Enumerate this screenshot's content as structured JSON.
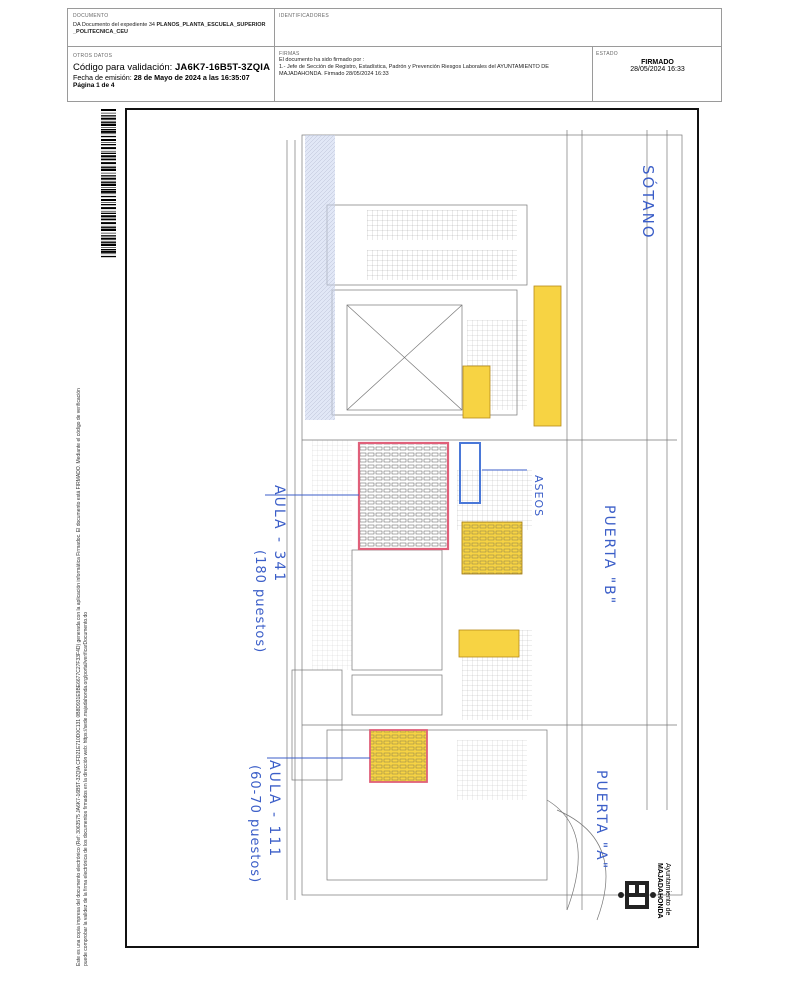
{
  "header": {
    "documento_label": "DOCUMENTO",
    "documento_text": "DA Documento del expediente 34 ",
    "documento_name": "PLANOS_PLANTA_ESCUELA_SUPERIOR _POLITECNICA_CEU",
    "identificadores_label": "IDENTIFICADORES",
    "otros_datos_label": "OTROS DATOS",
    "codigo_prefix": "Código para validación: ",
    "codigo": "JA6K7-16B5T-3ZQIA",
    "fecha_prefix": "Fecha de emisión: ",
    "fecha": "28 de Mayo de 2024 a las 16:35:07",
    "pagina": "Página 1 de 4",
    "firmas_label": "FIRMAS",
    "firmas_line1": "El documento ha sido firmado por :",
    "firmas_line2": "1.- Jefe de Sección de Registro, Estadística, Padrón y Prevención Riesgos Laborales del AYUNTAMIENTO DE MAJADAHONDA. Firmado 28/05/2024 16:33",
    "estado_label": "ESTADO",
    "estado": "FIRMADO",
    "estado_fecha": "28/05/2024 16:33"
  },
  "side_note": {
    "line1": "Este es una copia impresa del documento electrónico (Ref: 3063575 JA6K7-16B5T-3ZQIA CFD21E710D0C131 0B8D931E9BE6677C27F33F4D) generada con la aplicación informática Firmadoc. El documento está FIRMADO. Mediante el código de verificación",
    "line2": "puede comprobar la validez de la firma electrónica de los documentos firmados en la dirección web: https://sede.majadahonda.org/portal/verificarDocumento.do"
  },
  "plan": {
    "annotations": {
      "sotano": "SÓTANO",
      "aseos": "ASEOS",
      "aula_341": "AULA - 341",
      "aula_341_cap": "(180 puestos)",
      "puerta_b": "PUERTA \"B\"",
      "aula_111": "AULA - 111",
      "aula_111_cap": "(60-70 puestos)",
      "puerta_a": "PUERTA \"A\""
    },
    "logo_text_1": "Ayuntamiento de",
    "logo_text_2": "MAJADAHONDA",
    "colors": {
      "highlight": "#f7d343",
      "aula_border": "#e0607a",
      "annotation_ink": "#3b5ec8",
      "shaded_zone": "#c9d3ef"
    }
  }
}
